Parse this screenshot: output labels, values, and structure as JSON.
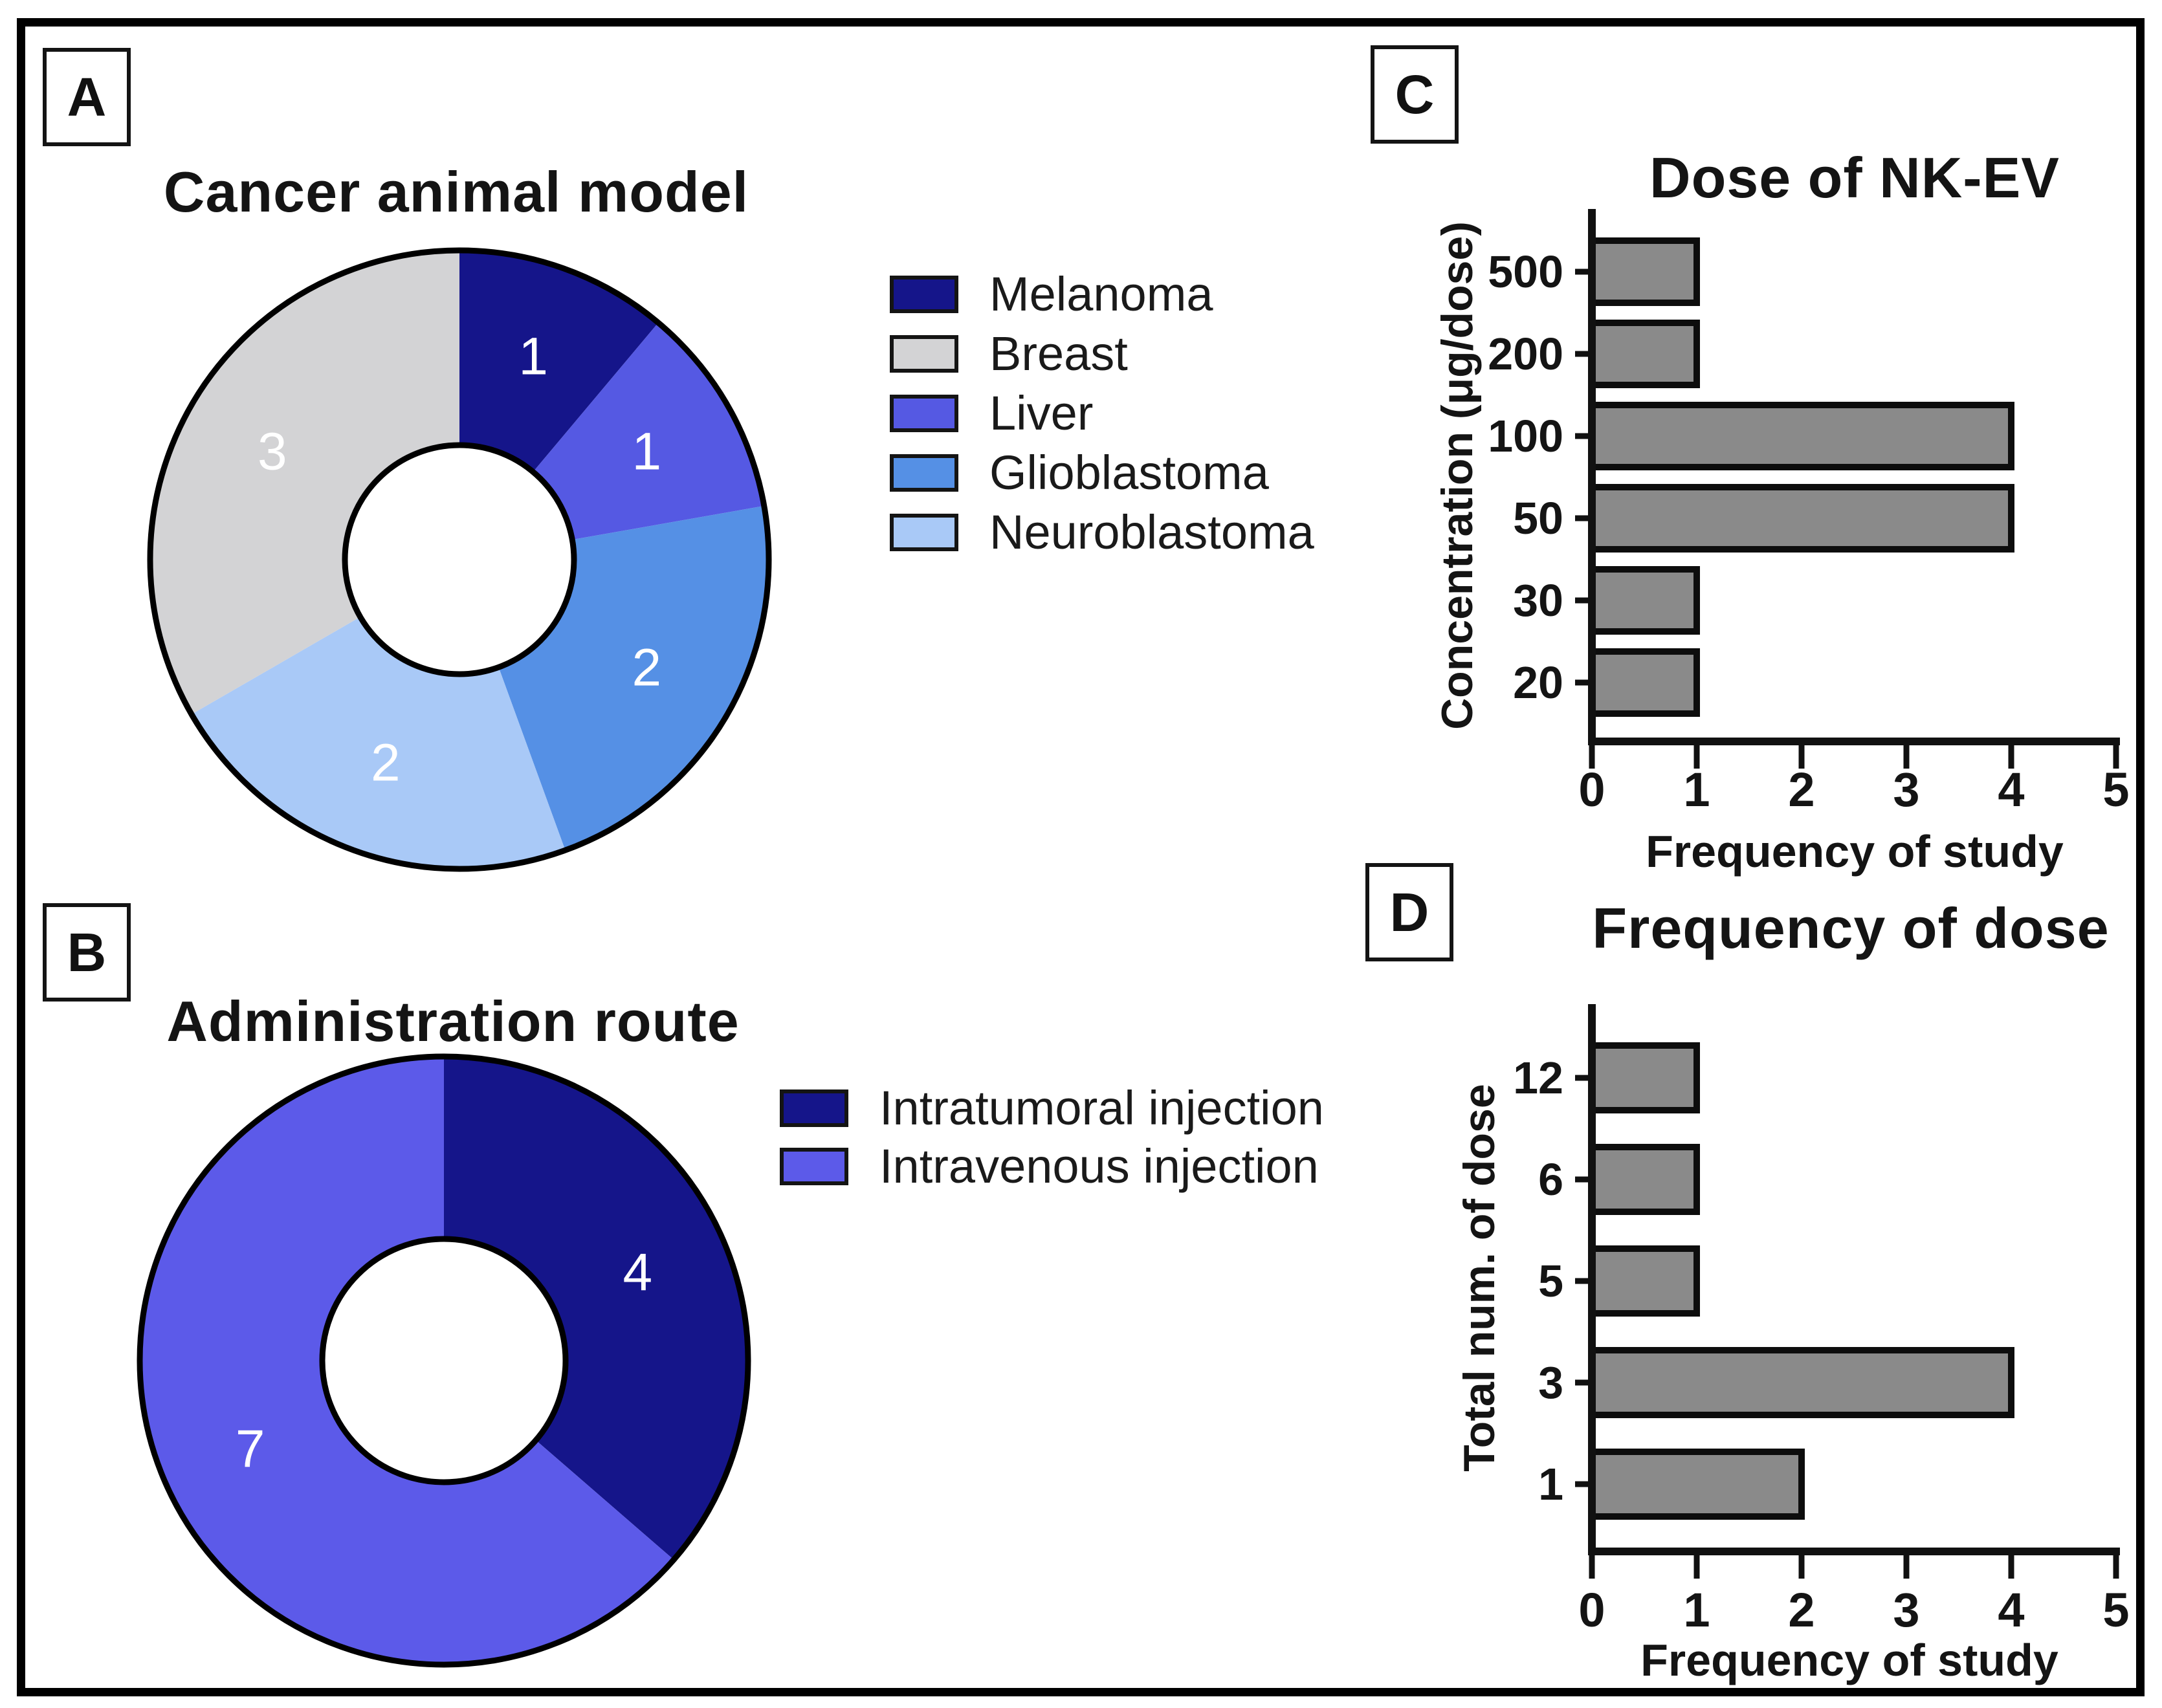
{
  "figure": {
    "background": "#ffffff",
    "border_color": "#000000"
  },
  "panel_labels": {
    "a": "A",
    "b": "B",
    "c": "C",
    "d": "D"
  },
  "chart_data": [
    {
      "panel": "A",
      "type": "pie",
      "donut": true,
      "title": "Cancer animal model",
      "slices": [
        {
          "label": "Melanoma",
          "value": 1,
          "color": "#15158a"
        },
        {
          "label": "Liver",
          "value": 1,
          "color": "#5559e3"
        },
        {
          "label": "Glioblastoma",
          "value": 2,
          "color": "#5590e5"
        },
        {
          "label": "Neuroblastoma",
          "value": 2,
          "color": "#a9c9f7"
        },
        {
          "label": "Breast",
          "value": 3,
          "color": "#d3d3d5"
        }
      ],
      "value_label_color": "#ffffff",
      "legend": [
        {
          "label": "Melanoma",
          "color": "#15158a"
        },
        {
          "label": "Breast",
          "color": "#d3d3d5"
        },
        {
          "label": "Liver",
          "color": "#5559e3"
        },
        {
          "label": "Glioblastoma",
          "color": "#5590e5"
        },
        {
          "label": "Neuroblastoma",
          "color": "#a9c9f7"
        }
      ]
    },
    {
      "panel": "B",
      "type": "pie",
      "donut": true,
      "title": "Administration route",
      "slices": [
        {
          "label": "Intratumoral injection",
          "value": 4,
          "color": "#15158a"
        },
        {
          "label": "Intravenous injection",
          "value": 7,
          "color": "#5c5ae9"
        }
      ],
      "value_label_color": "#ffffff",
      "legend": [
        {
          "label": "Intratumoral injection",
          "color": "#15158a"
        },
        {
          "label": "Intravenous injection",
          "color": "#5c5ae9"
        }
      ]
    },
    {
      "panel": "C",
      "type": "bar",
      "orientation": "horizontal",
      "title": "Dose of NK-EV",
      "ylabel": "Concentration (μg/dose)",
      "xlabel": "Frequency of study",
      "categories": [
        "500",
        "200",
        "100",
        "50",
        "30",
        "20"
      ],
      "values": [
        1,
        1,
        4,
        4,
        1,
        1
      ],
      "xlim": [
        0,
        5
      ],
      "xticks": [
        0,
        1,
        2,
        3,
        4,
        5
      ],
      "bar_color": "#8a8a8a",
      "bar_border_color": "#0d0d0d",
      "grid": false
    },
    {
      "panel": "D",
      "type": "bar",
      "orientation": "horizontal",
      "title": "Frequency of dose",
      "ylabel": "Total num. of dose",
      "xlabel": "Frequency of study",
      "categories": [
        "12",
        "6",
        "5",
        "3",
        "1"
      ],
      "values": [
        1,
        1,
        1,
        4,
        2
      ],
      "xlim": [
        0,
        5
      ],
      "xticks": [
        0,
        1,
        2,
        3,
        4,
        5
      ],
      "bar_color": "#8a8a8a",
      "bar_border_color": "#0d0d0d",
      "grid": false
    }
  ]
}
